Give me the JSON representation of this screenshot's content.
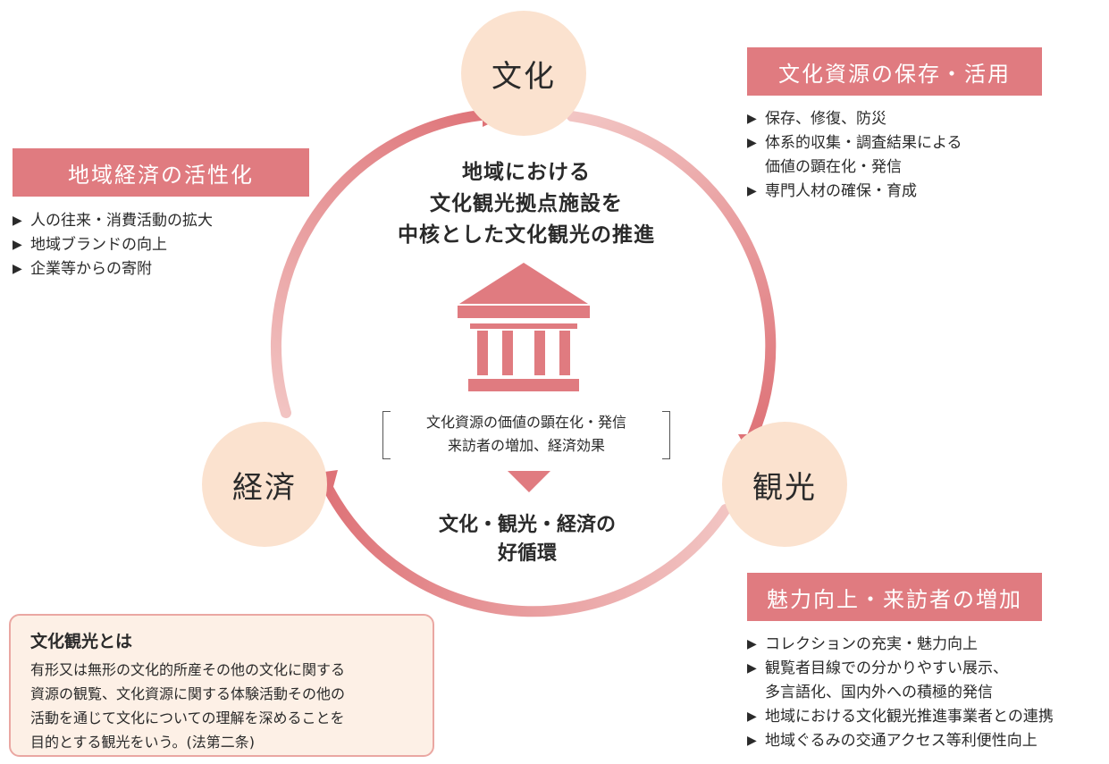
{
  "colors": {
    "accent": "#e07b80",
    "node_fill": "#fbe2cf",
    "arrow_light": "#f1c2c0",
    "box_fill": "#fdf0e6",
    "box_border": "#eaa7a2",
    "text": "#2a2a2a"
  },
  "nodes": {
    "culture": "文化",
    "tourism": "観光",
    "economy": "経済"
  },
  "center": {
    "title_lines": [
      "地域における",
      "文化観光拠点施設を",
      "中核とした文化観光の推進"
    ],
    "icon": "museum-building-icon",
    "bracket_lines": [
      "文化資源の価値の顕在化・発信",
      "来訪者の増加、経済効果"
    ],
    "cycle_lines": [
      "文化・観光・経済の",
      "好循環"
    ]
  },
  "sections": {
    "preservation": {
      "title": "文化資源の保存・活用",
      "items": [
        [
          "保存、修復、防災"
        ],
        [
          "体系的収集・調査結果による",
          "価値の顕在化・発信"
        ],
        [
          "専門人材の確保・育成"
        ]
      ]
    },
    "regional_economy": {
      "title": "地域経済の活性化",
      "items": [
        [
          "人の往来・消費活動の拡大"
        ],
        [
          "地域ブランドの向上"
        ],
        [
          "企業等からの寄附"
        ]
      ]
    },
    "visitors": {
      "title": "魅力向上・来訪者の増加",
      "items": [
        [
          "コレクションの充実・魅力向上"
        ],
        [
          "観覧者目線での分かりやすい展示、",
          "多言語化、国内外への積極的発信"
        ],
        [
          "地域における文化観光推進事業者との連携"
        ],
        [
          "地域ぐるみの交通アクセス等利便性向上"
        ]
      ]
    }
  },
  "definition": {
    "title": "文化観光とは",
    "lines": [
      "有形又は無形の文化的所産その他の文化に関する",
      "資源の観覧、文化資源に関する体験活動その他の",
      "活動を通じて文化についての理解を深めることを",
      "目的とする観光をいう。(法第二条)"
    ]
  },
  "bullet_symbol": "▶"
}
